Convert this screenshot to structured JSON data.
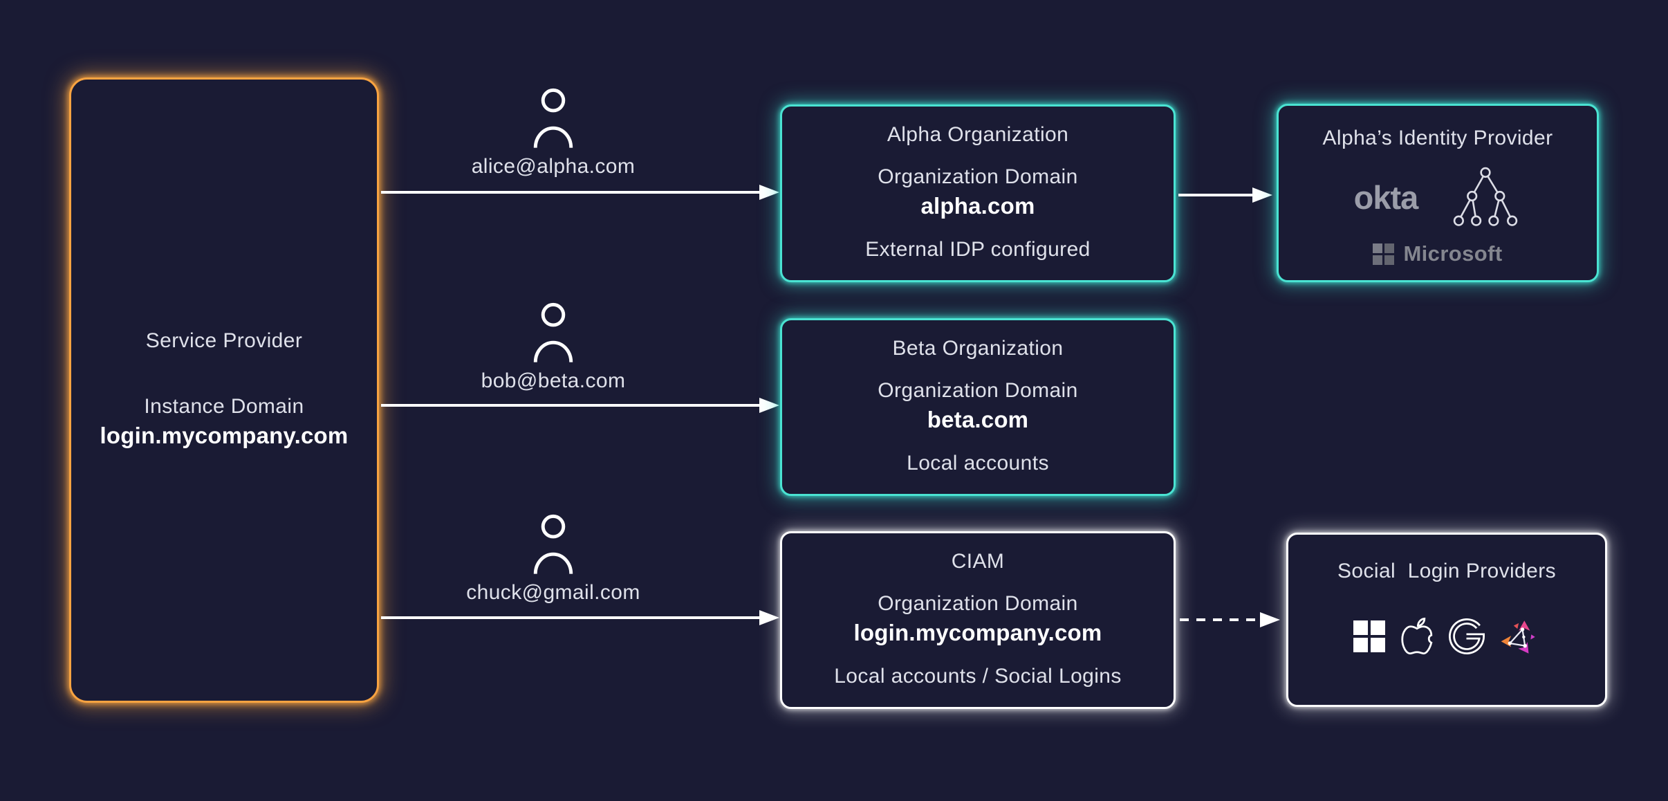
{
  "background": "#1a1b34",
  "accents": {
    "orange": "#f8a341",
    "teal": "#4ae3d2",
    "white": "#ffffff"
  },
  "service_provider": {
    "title": "Service Provider",
    "domain_label": "Instance Domain",
    "domain": "login.mycompany.com"
  },
  "users": [
    {
      "email": "alice@alpha.com"
    },
    {
      "email": "bob@beta.com"
    },
    {
      "email": "chuck@gmail.com"
    }
  ],
  "organizations": [
    {
      "title": "Alpha Organization",
      "domain_label": "Organization Domain",
      "domain": "alpha.com",
      "note": "External IDP configured"
    },
    {
      "title": "Beta Organization",
      "domain_label": "Organization Domain",
      "domain": "beta.com",
      "note": "Local accounts"
    },
    {
      "title": "CIAM",
      "domain_label": "Organization Domain",
      "domain": "login.mycompany.com",
      "note": "Local accounts / Social Logins"
    }
  ],
  "identity_provider": {
    "title": "Alpha’s Identity Provider",
    "okta_label": "okta",
    "microsoft_label": "Microsoft",
    "logos": [
      "okta",
      "directory-tree",
      "microsoft"
    ]
  },
  "social_providers": {
    "title": "Social  Login Providers",
    "logos": [
      "microsoft",
      "apple",
      "google",
      "zitadel"
    ]
  }
}
